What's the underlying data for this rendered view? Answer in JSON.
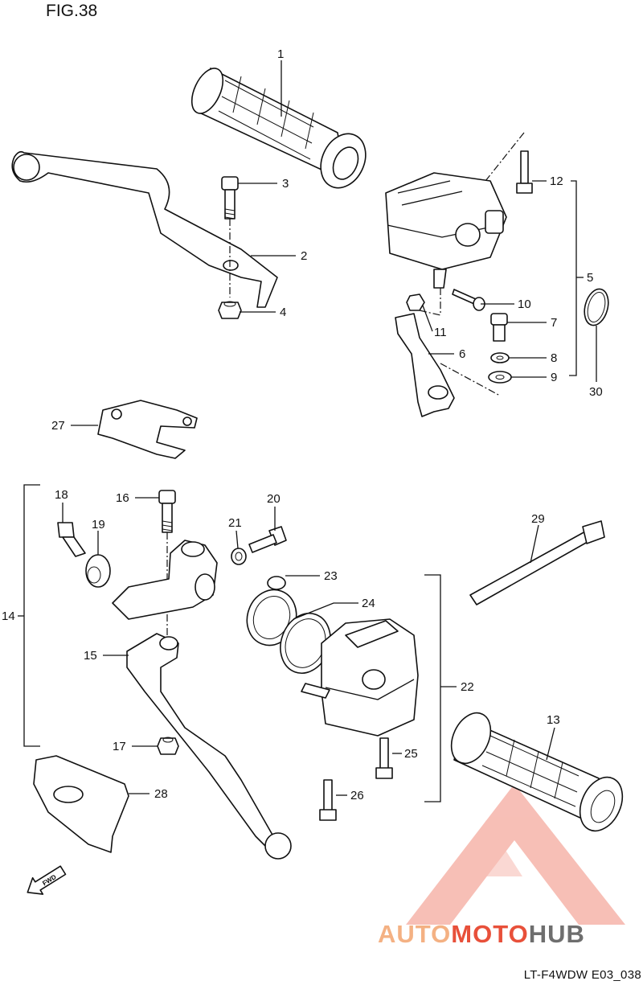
{
  "figure": {
    "title": "FIG.38",
    "code": "LT-F4WDW E03_038"
  },
  "callouts": [
    {
      "number": "1"
    },
    {
      "number": "2"
    },
    {
      "number": "3"
    },
    {
      "number": "4"
    },
    {
      "number": "5"
    },
    {
      "number": "6"
    },
    {
      "number": "7"
    },
    {
      "number": "8"
    },
    {
      "number": "9"
    },
    {
      "number": "10"
    },
    {
      "number": "11"
    },
    {
      "number": "12"
    },
    {
      "number": "13"
    },
    {
      "number": "14"
    },
    {
      "number": "15"
    },
    {
      "number": "16"
    },
    {
      "number": "17"
    },
    {
      "number": "18"
    },
    {
      "number": "19"
    },
    {
      "number": "20"
    },
    {
      "number": "21"
    },
    {
      "number": "22"
    },
    {
      "number": "23"
    },
    {
      "number": "24"
    },
    {
      "number": "25"
    },
    {
      "number": "26"
    },
    {
      "number": "27"
    },
    {
      "number": "28"
    },
    {
      "number": "29"
    },
    {
      "number": "30"
    }
  ],
  "direction_arrow": {
    "label": "FWD"
  },
  "watermark": {
    "part1": "AUTO",
    "part2": "MOTO",
    "part3": "HUB",
    "colors": {
      "auto": "#f4b183",
      "moto": "#e8503a",
      "hub": "#7a7a7a",
      "triangle": "#e8503a"
    }
  }
}
